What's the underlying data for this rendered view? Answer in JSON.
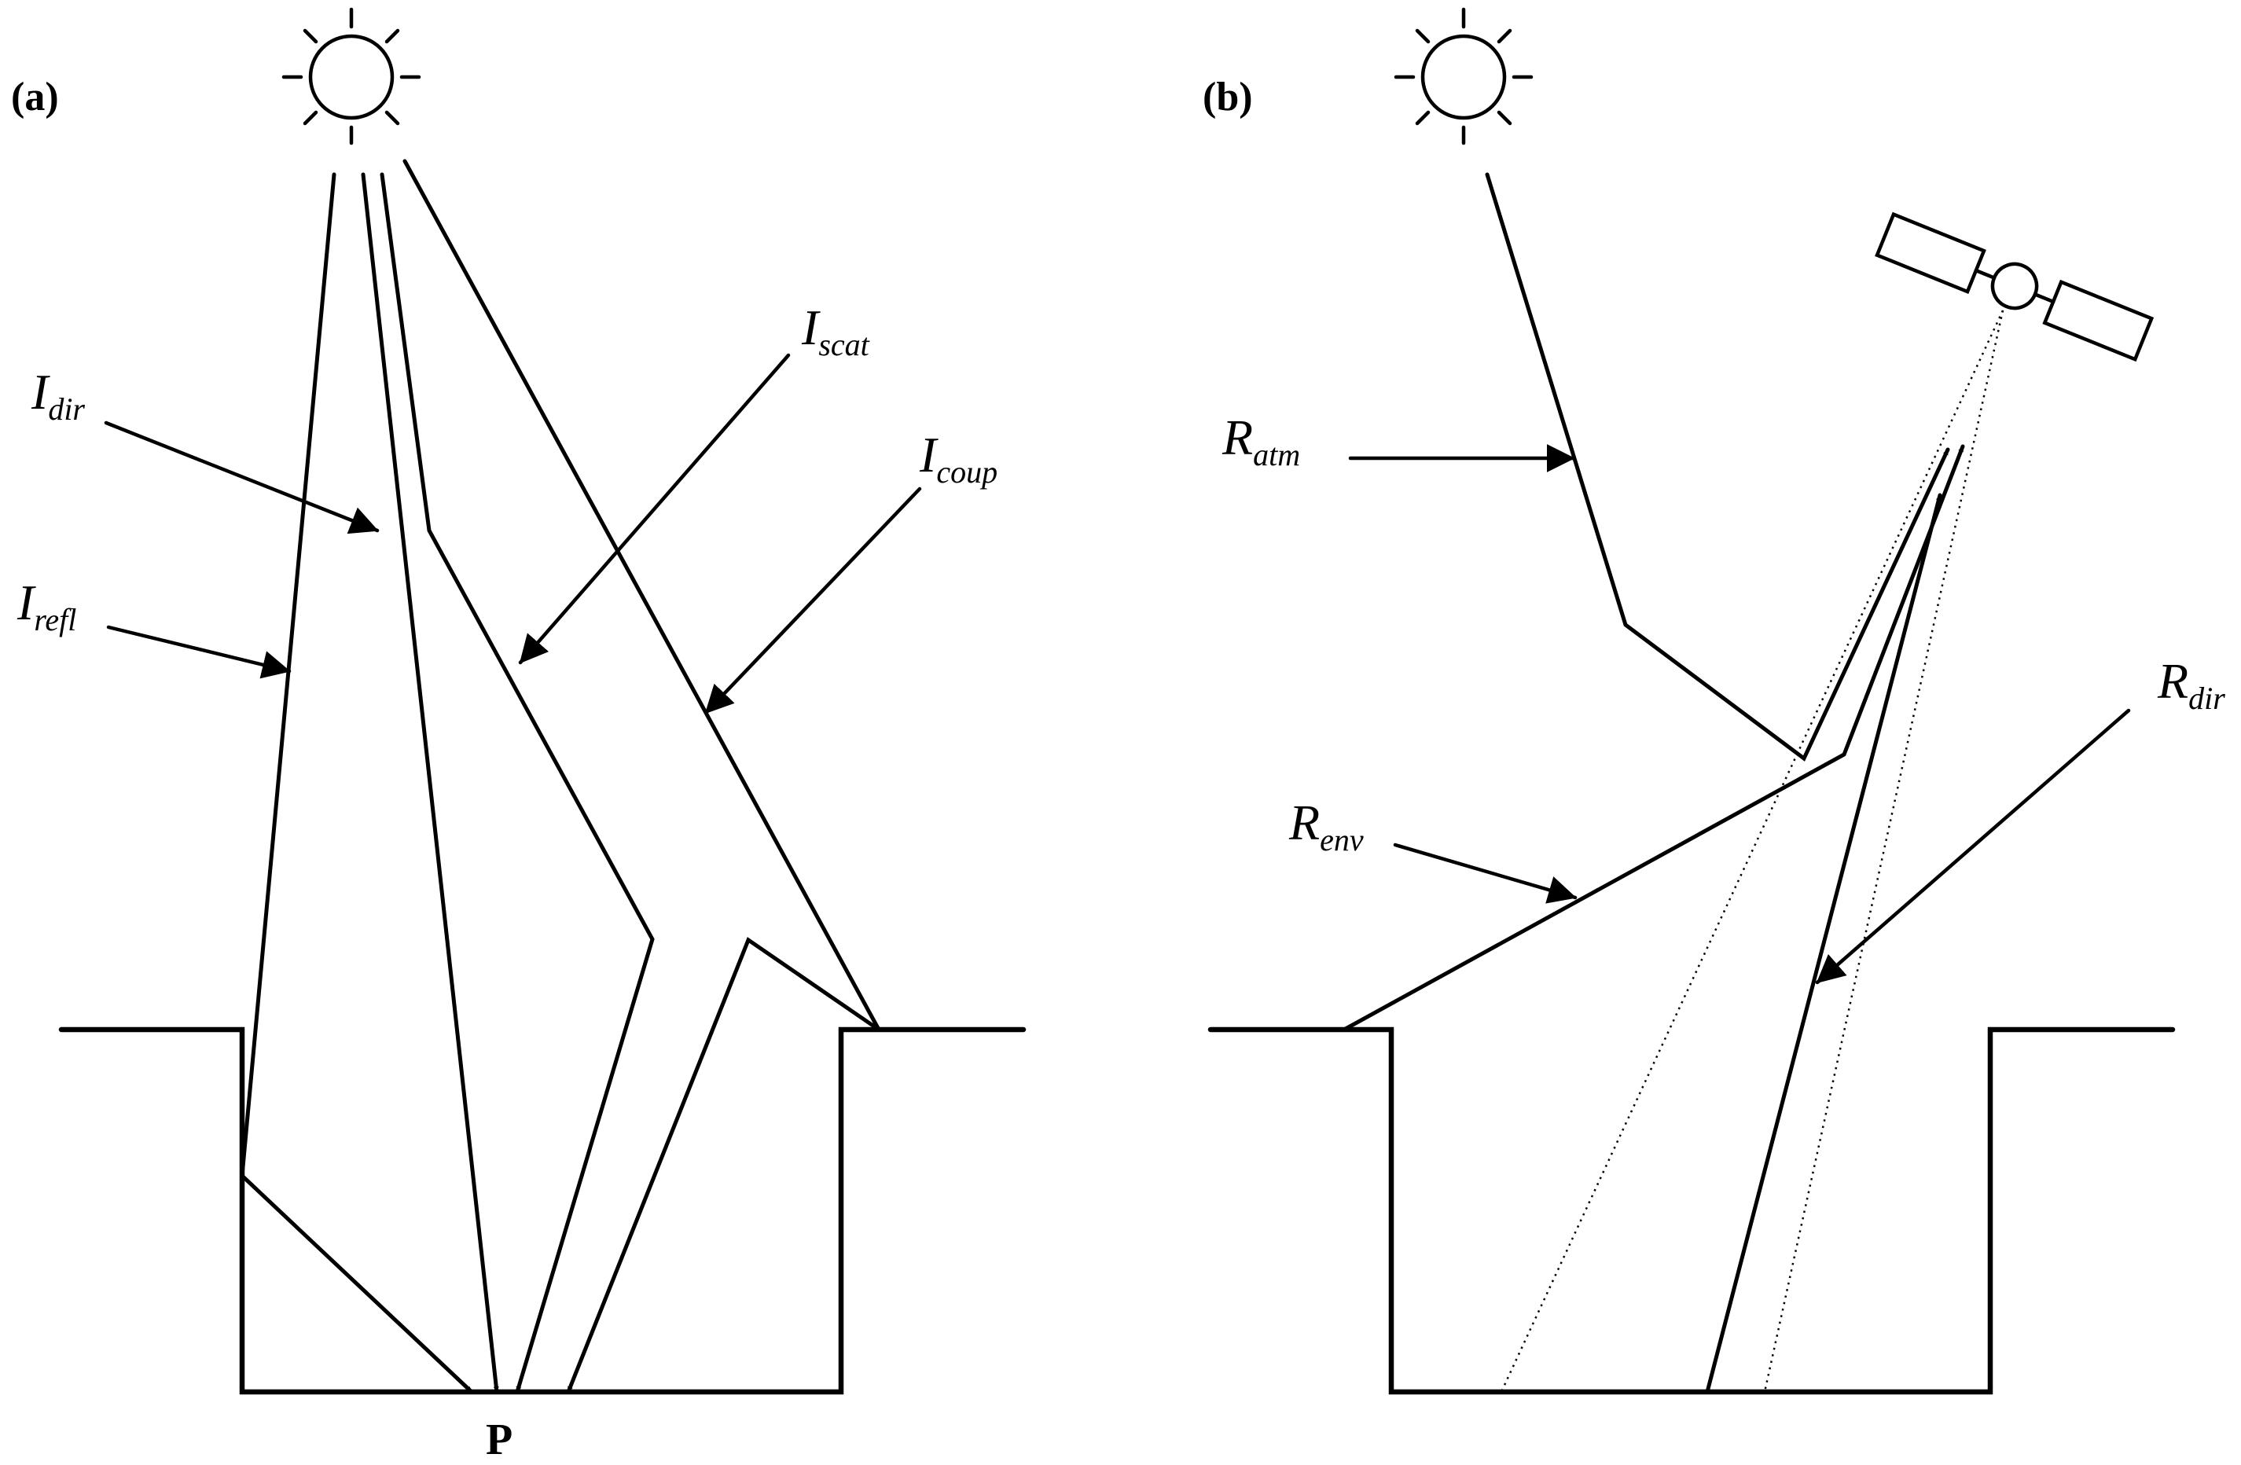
{
  "panels": {
    "a": {
      "label": "(a)"
    },
    "b": {
      "label": "(b)"
    }
  },
  "labels": {
    "i_dir": {
      "main": "I",
      "sub": "dir"
    },
    "i_refl": {
      "main": "I",
      "sub": "refl"
    },
    "i_scat": {
      "main": "I",
      "sub": "scat"
    },
    "i_coup": {
      "main": "I",
      "sub": "coup"
    },
    "r_atm": {
      "main": "R",
      "sub": "atm"
    },
    "r_env": {
      "main": "R",
      "sub": "env"
    },
    "r_dir": {
      "main": "R",
      "sub": "dir"
    },
    "point": "P"
  },
  "icons": {
    "sun": "sun-icon",
    "satellite": "satellite-icon"
  }
}
